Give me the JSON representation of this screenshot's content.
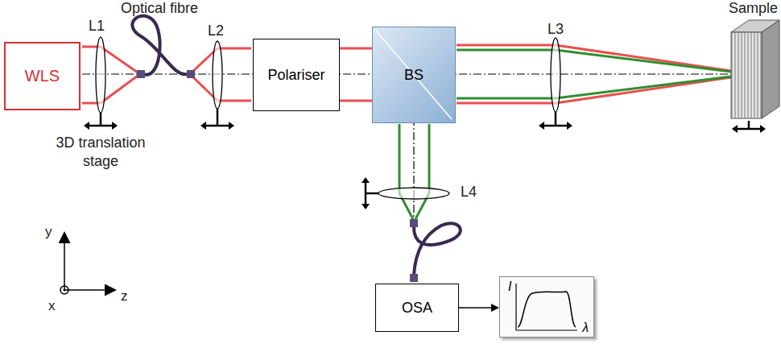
{
  "diagram": {
    "nodes": [
      {
        "text": [
          "WLS"
        ]
      },
      {
        "text": [
          "Polariser"
        ]
      },
      {
        "text": [
          "BS"
        ]
      },
      {
        "text": [
          "OSA"
        ]
      },
      {
        "text": [
          "I",
          "λ"
        ]
      }
    ],
    "edges": [
      {
        "from": 1,
        "to": 2,
        "arrow": "none"
      },
      {
        "from": 3,
        "to": 4,
        "arrow": "to"
      }
    ],
    "labels": [
      "Optical fibre",
      "Sample",
      "L1",
      "L2",
      "L3",
      "L4",
      "3D translation stage",
      "y",
      "x",
      "z"
    ]
  }
}
